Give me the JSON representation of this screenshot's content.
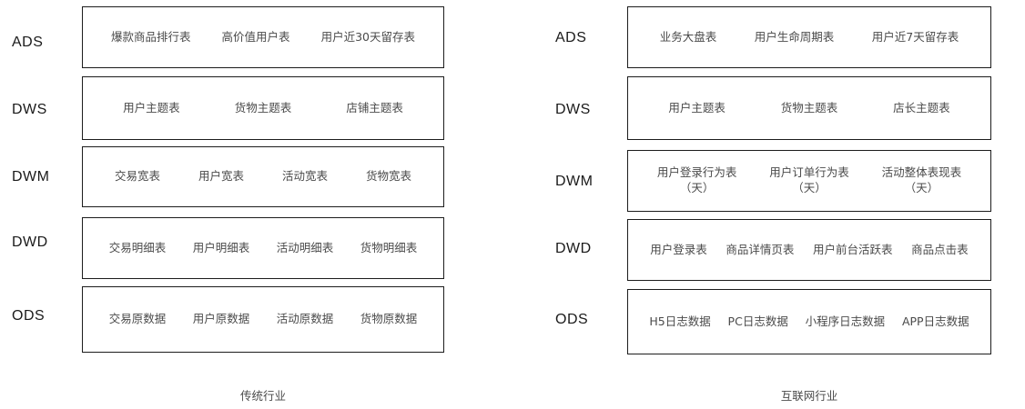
{
  "diagram": {
    "panels": [
      {
        "id": "traditional-industry",
        "caption": "传统行业",
        "layers": [
          {
            "code": "ADS",
            "tables": [
              "爆款商品排行表",
              "高价值用户表",
              "用户近30天留存表"
            ]
          },
          {
            "code": "DWS",
            "tables": [
              "用户主题表",
              "货物主题表",
              "店铺主题表"
            ]
          },
          {
            "code": "DWM",
            "tables": [
              "交易宽表",
              "用户宽表",
              "活动宽表",
              "货物宽表"
            ]
          },
          {
            "code": "DWD",
            "tables": [
              "交易明细表",
              "用户明细表",
              "活动明细表",
              "货物明细表"
            ]
          },
          {
            "code": "ODS",
            "tables": [
              "交易原数据",
              "用户原数据",
              "活动原数据",
              "货物原数据"
            ]
          }
        ]
      },
      {
        "id": "internet-industry",
        "caption": "互联网行业",
        "layers": [
          {
            "code": "ADS",
            "tables": [
              "业务大盘表",
              "用户生命周期表",
              "用户近7天留存表"
            ]
          },
          {
            "code": "DWS",
            "tables": [
              "用户主题表",
              "货物主题表",
              "店长主题表"
            ]
          },
          {
            "code": "DWM",
            "tables": [
              "用户登录行为表\n（天）",
              "用户订单行为表\n（天）",
              "活动整体表现表\n（天）"
            ]
          },
          {
            "code": "DWD",
            "tables": [
              "用户登录表",
              "商品详情页表",
              "用户前台活跃表",
              "商品点击表"
            ]
          },
          {
            "code": "ODS",
            "tables": [
              "H5日志数据",
              "PC日志数据",
              "小程序日志数据",
              "APP日志数据"
            ]
          }
        ]
      }
    ],
    "colors": {
      "border": "#1c1c1c",
      "label_text": "#1a1a1a",
      "item_text": "#4a4a4a",
      "background": "#ffffff"
    }
  }
}
